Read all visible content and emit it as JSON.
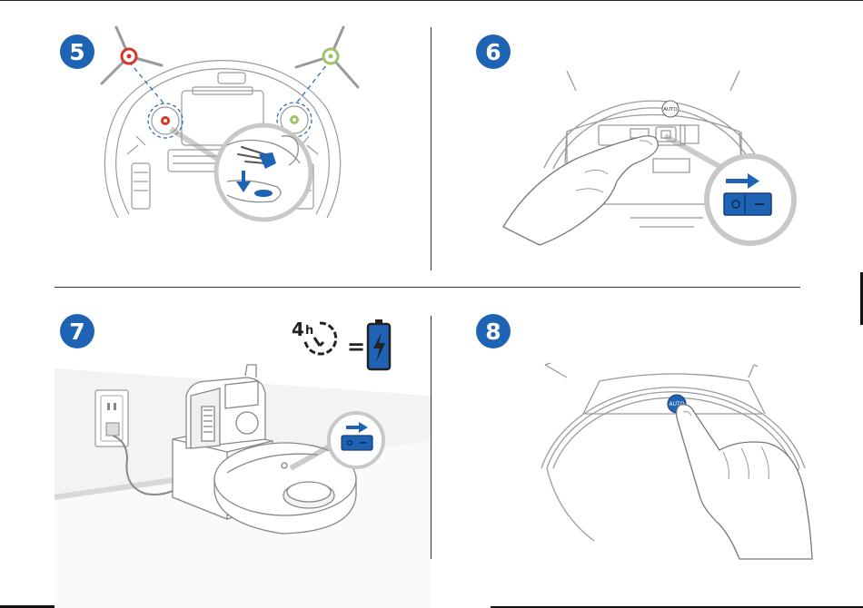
{
  "steps": [
    {
      "number": "5"
    },
    {
      "number": "6"
    },
    {
      "number": "7"
    },
    {
      "number": "8"
    }
  ],
  "charge_equation": {
    "duration": "4",
    "unit": "h",
    "equals": "="
  },
  "labels": {
    "auto_button": "AUTO"
  },
  "colors": {
    "brand_blue": "#1f63b4",
    "brush_red": "#d9342b",
    "brush_green": "#9cc56a",
    "line_gray": "#9a9a9a"
  },
  "icons": [
    "side-brush-icon",
    "clock-icon",
    "battery-icon",
    "power-switch-icon",
    "arrow-right-icon",
    "hand-icon",
    "wall-outlet-icon"
  ]
}
